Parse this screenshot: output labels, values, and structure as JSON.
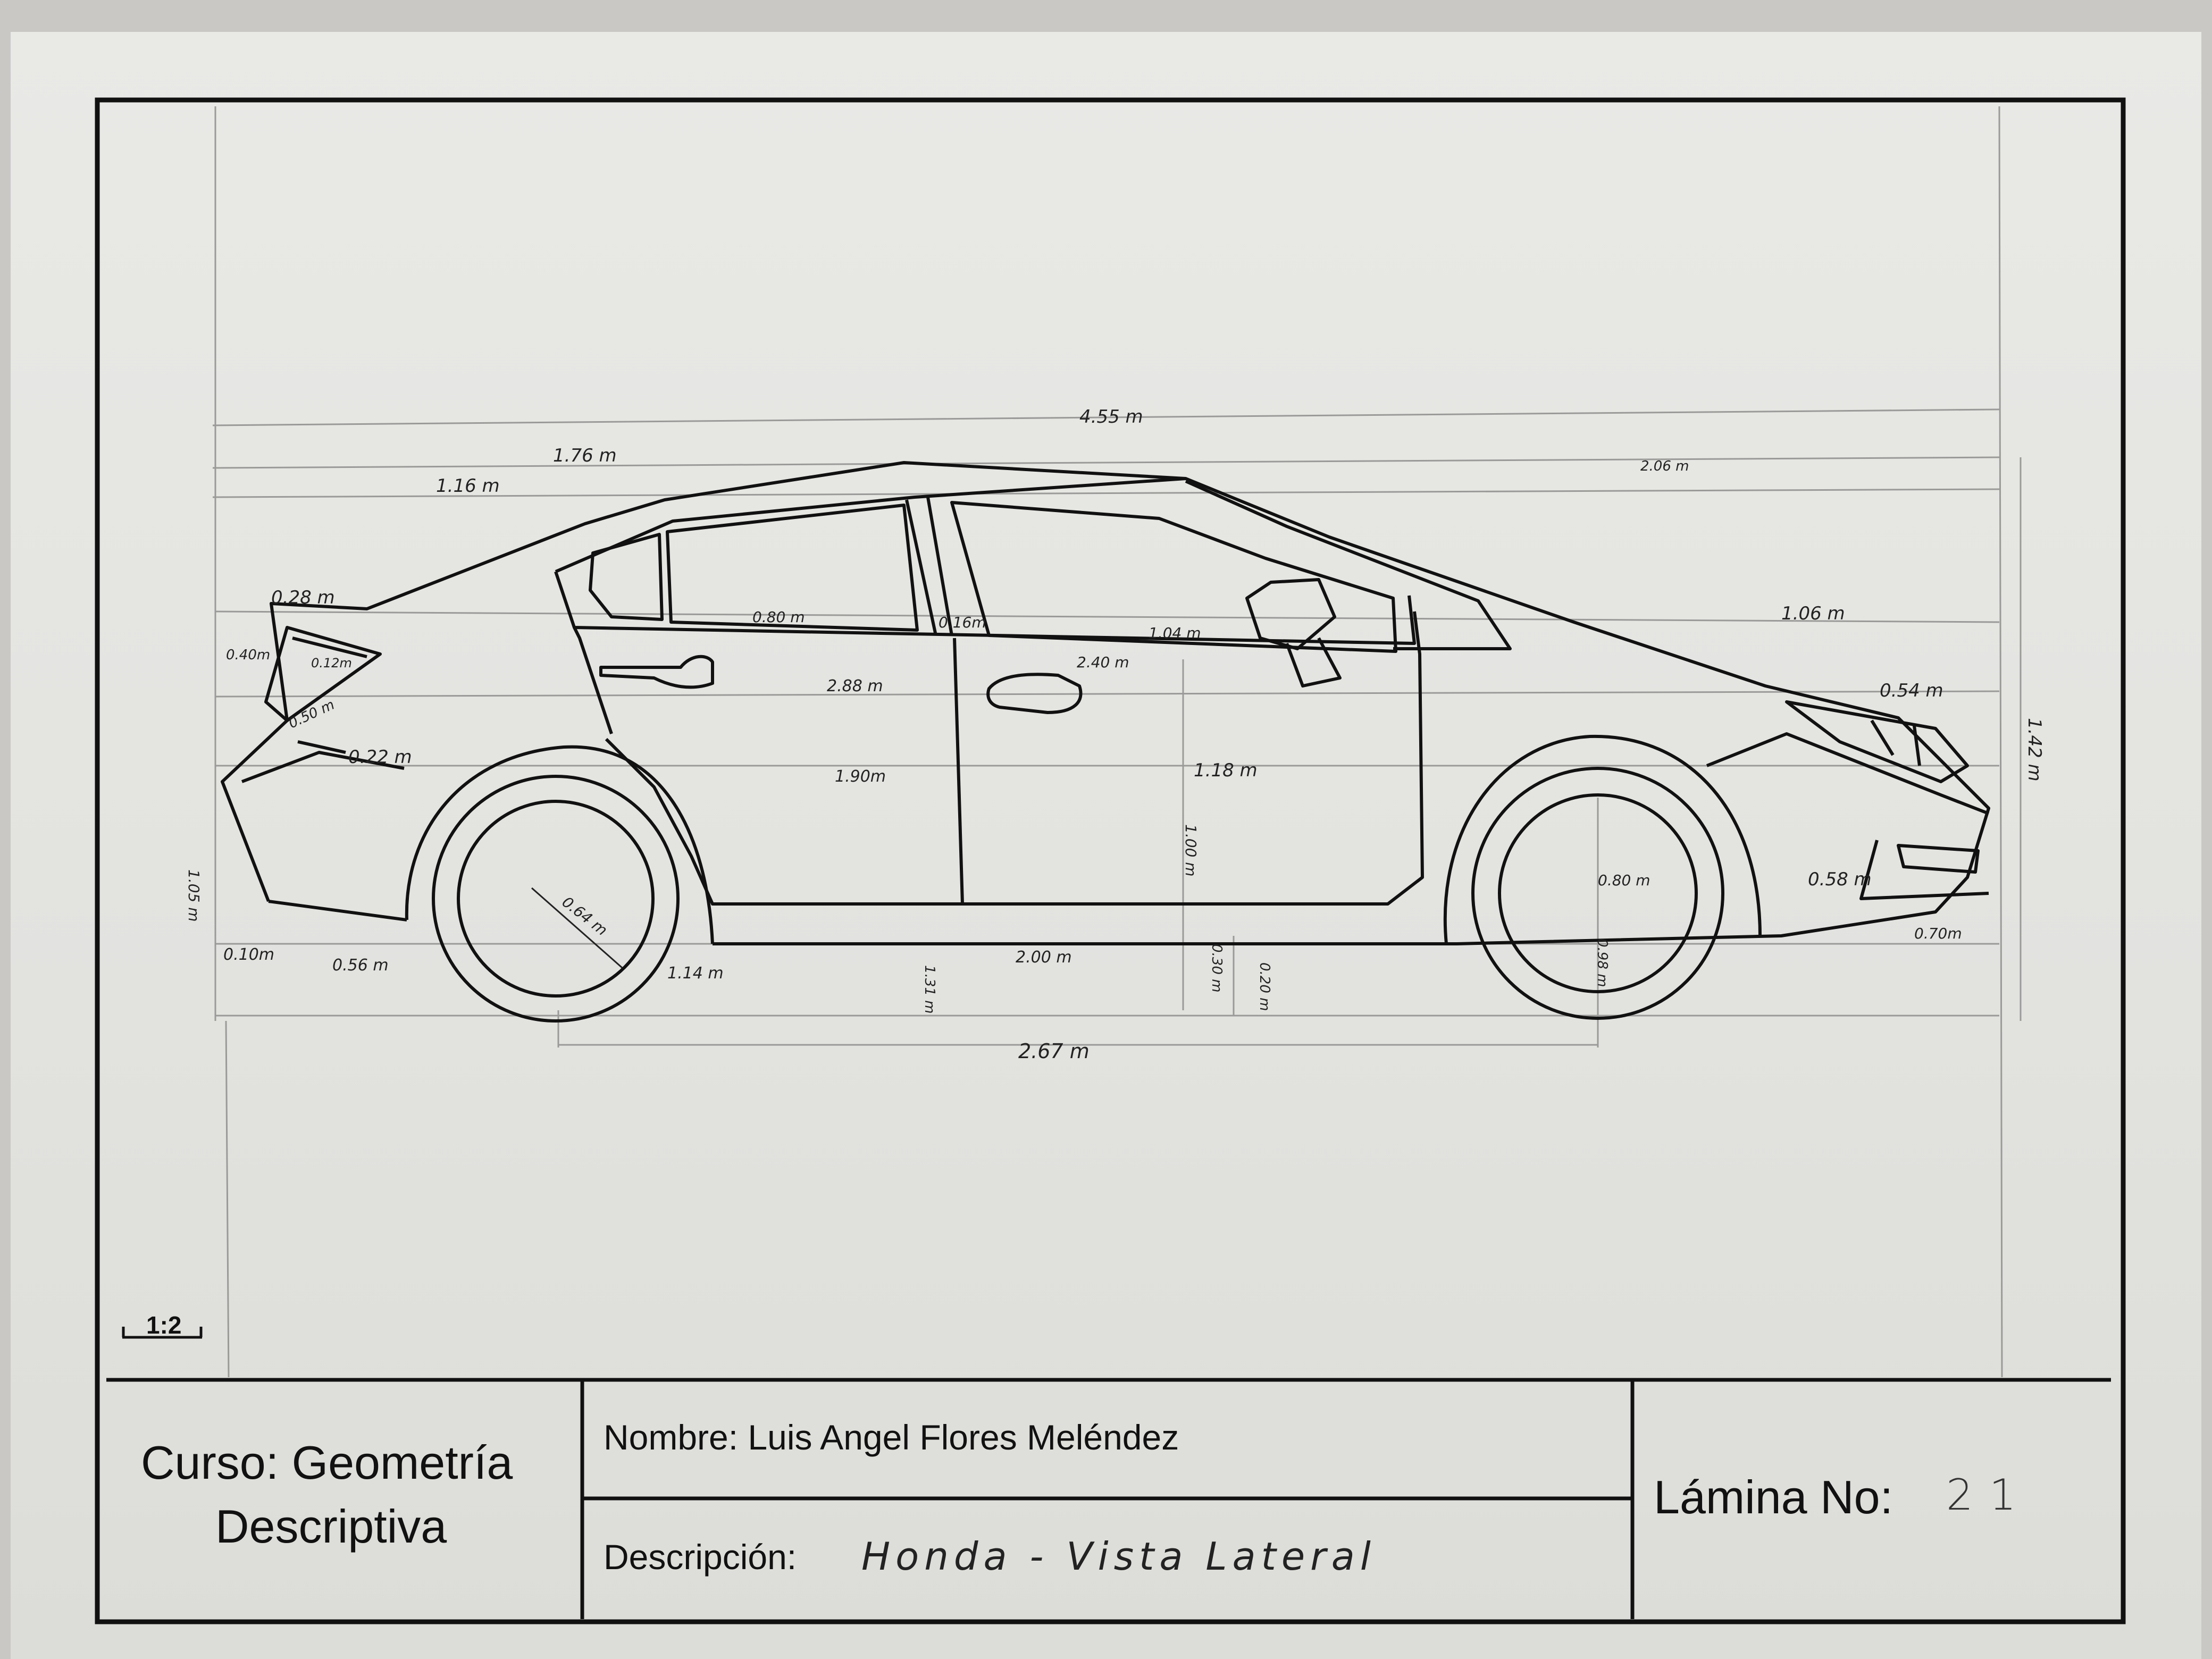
{
  "title_block": {
    "curso_line1": "Curso: Geometría",
    "curso_line2": "Descriptiva",
    "nombre": "Nombre: Luis Angel Flores Meléndez",
    "descripcion_label": "Descripción:",
    "descripcion_value": "Honda - Vista Lateral",
    "lamina_label": "Lámina No:",
    "lamina_value": "21"
  },
  "scale": "1:2",
  "dimensions": {
    "overall_length": "4.55 m",
    "d_176": "1.76 m",
    "d_116": "1.16 m",
    "d_206": "2.06 m",
    "d_028": "0.28 m",
    "d_040": "0.40m",
    "d_012": "0.12m",
    "d_050": "0.50 m",
    "d_022": "0.22 m",
    "d_080": "0.80 m",
    "d_016": "0.16m",
    "d_104": "1.04 m",
    "d_106": "1.06 m",
    "d_054": "0.54 m",
    "d_142": "1.42 m",
    "d_288": "2.88 m",
    "d_240": "2.40 m",
    "d_190": "1.90m",
    "d_118": "1.18 m",
    "d_100": "1.00 m",
    "d_064": "0.64 m",
    "d_080b": "0.80 m",
    "d_058": "0.58 m",
    "d_070": "0.70m",
    "d_105": "1.05 m",
    "d_010": "0.10m",
    "d_056": "0.56 m",
    "d_114": "1.14 m",
    "d_200": "2.00 m",
    "d_030": "0.30 m",
    "d_020": "0.20 m",
    "d_098": "0.98 m",
    "d_131": "1.31 m",
    "wheelbase": "2.67 m"
  }
}
